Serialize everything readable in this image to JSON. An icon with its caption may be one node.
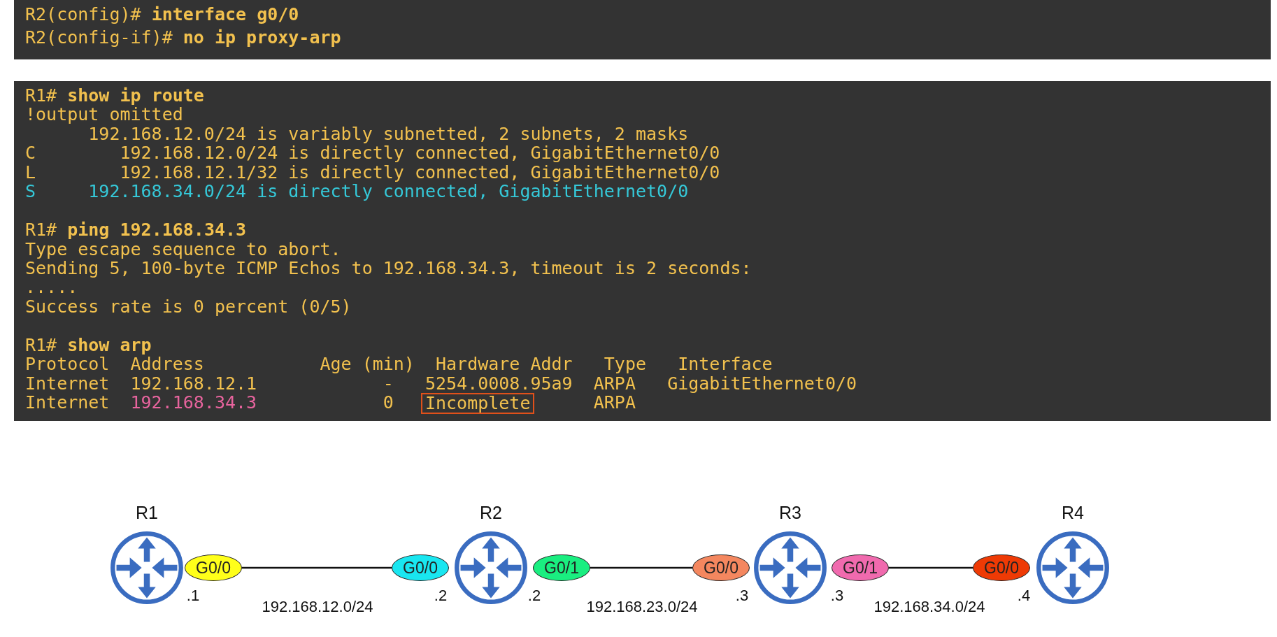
{
  "diagram": {
    "nodes": [
      {
        "text": [
          "R2(config)# **interface g0/0**",
          "R2(config-if)# **no ip proxy-arp**"
        ]
      },
      {
        "text": [
          "R1# **show ip route**",
          "!output omitted",
          "192.168.12.0/24 is variably subnetted, 2 subnets, 2 masks",
          "C        192.168.12.0/24 is directly connected, GigabitEthernet0/0",
          "L        192.168.12.1/32 is directly connected, GigabitEthernet0/0",
          "S     192.168.34.0/24 is directly connected, GigabitEthernet0/0",
          "R1# **ping 192.168.34.3**",
          "Type escape sequence to abort.",
          "Sending 5, 100-byte ICMP Echos to 192.168.34.3, timeout is 2 seconds:",
          ".....",
          "Success rate is 0 percent (0/5)",
          "R1# **show arp**",
          "Protocol  Address           Age (min)  Hardware Addr   Type   Interface",
          "Internet  192.168.12.1            -   5254.0008.95a9  ARPA   GigabitEthernet0/0",
          "Internet",
          "192.168.34.3",
          "0",
          "ARPA"
        ]
      },
      {
        "text": [
          "Incomplete"
        ],
        "in": 1
      },
      {
        "text": [
          "R1"
        ]
      },
      {
        "text": [
          "R2"
        ]
      },
      {
        "text": [
          "R3"
        ]
      },
      {
        "text": [
          "R4"
        ]
      },
      {
        "text": [
          "G0/0"
        ],
        "beside": [
          ".1"
        ]
      },
      {
        "text": [
          "G0/0"
        ],
        "beside": [
          ".2"
        ]
      },
      {
        "text": [
          "G0/1"
        ],
        "beside": [
          ".2"
        ]
      },
      {
        "text": [
          "G0/0"
        ],
        "beside": [
          ".3"
        ]
      },
      {
        "text": [
          "G0/1"
        ],
        "beside": [
          ".3"
        ]
      },
      {
        "text": [
          "G0/0"
        ],
        "beside": [
          ".4"
        ]
      }
    ],
    "edges": [
      {
        "from": 7,
        "to": 8,
        "arrow": "none"
      },
      {
        "from": 9,
        "to": 10,
        "arrow": "none"
      },
      {
        "from": 11,
        "to": 12,
        "arrow": "none"
      }
    ],
    "labels": [
      "192.168.12.0/24",
      "192.168.23.0/24",
      "192.168.34.0/24"
    ]
  }
}
